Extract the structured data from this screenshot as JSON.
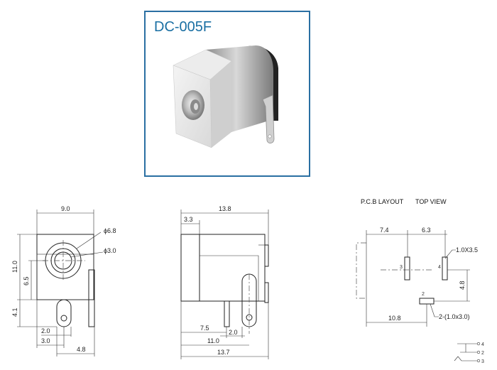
{
  "product": {
    "model": "DC-005F",
    "frame_color": "#2a6fa2",
    "title_color": "#1a6fa3"
  },
  "front_view": {
    "width": "9.0",
    "outer_dia": "ϕ6.8",
    "inner_dia": "ϕ3.0",
    "height": "11.0",
    "center_height": "6.5",
    "pin_len": "4.1",
    "pin_w": "2.0",
    "pin_offset": "3.0",
    "pin_pitch": "4.8"
  },
  "side_view": {
    "total_len": "13.8",
    "front_len": "3.3",
    "pin1": "7.5",
    "pin_w": "2.0",
    "pin2": "11.0",
    "body_len": "13.7"
  },
  "pcb_layout": {
    "title": "P.C.B LAYOUT",
    "subtitle": "TOP VIEW",
    "d1": "7.4",
    "d2": "6.3",
    "slot_a": "1.0X3.5",
    "d3": "4.8",
    "slot_b": "2-(1.0x3.0)",
    "d4": "10.8",
    "pin_3": "3",
    "pin_4": "4",
    "pin_2": "2"
  },
  "schematic": {
    "pin_4": "4",
    "pin_2": "2",
    "pin_3": "3"
  }
}
